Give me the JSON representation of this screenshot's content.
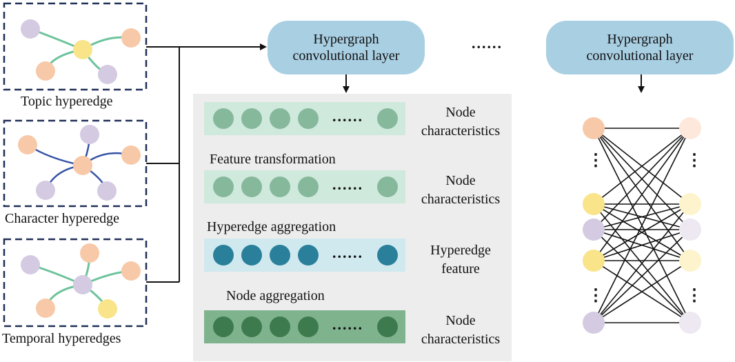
{
  "hyperedge_groups": [
    {
      "label": "Topic hyperedge"
    },
    {
      "label": "Character hyperedge"
    },
    {
      "label": "Temporal hyperedges"
    }
  ],
  "layers": {
    "first": {
      "line1": "Hypergraph",
      "line2": "convolutional layer"
    },
    "second": {
      "line1": "Hypergraph",
      "line2": "convolutional layer"
    },
    "ellipsis": "......"
  },
  "pipeline": {
    "rows": [
      {
        "label_line1": "Node",
        "label_line2": "characteristics",
        "color": "#cfe9dc",
        "node_color": "#86b89c",
        "ellipsis": "......"
      },
      {
        "label_line1": "Node",
        "label_line2": "characteristics",
        "color": "#cfe9dc",
        "node_color": "#86b89c",
        "ellipsis": "......"
      },
      {
        "label_line1": "Hyperedge",
        "label_line2": "feature",
        "color": "#cfe9ef",
        "node_color": "#2a7f9a",
        "ellipsis": "......"
      },
      {
        "label_line1": "Node",
        "label_line2": "characteristics",
        "color": "#7fb38e",
        "node_color": "#3d7a4e",
        "ellipsis": "......"
      }
    ],
    "steps": [
      "Feature transformation",
      "Hyperedge aggregation",
      "Node aggregation"
    ]
  },
  "colors": {
    "peach": "#f7c9a8",
    "lavender": "#d4cae2",
    "yellow": "#f9e48a",
    "green_edge": "#6cc39b",
    "blue_edge": "#3552a5",
    "arrow_blue": "#4a8ed0",
    "dashed_box": "#1f2f55"
  },
  "vertical_ellipsis": "⋮"
}
